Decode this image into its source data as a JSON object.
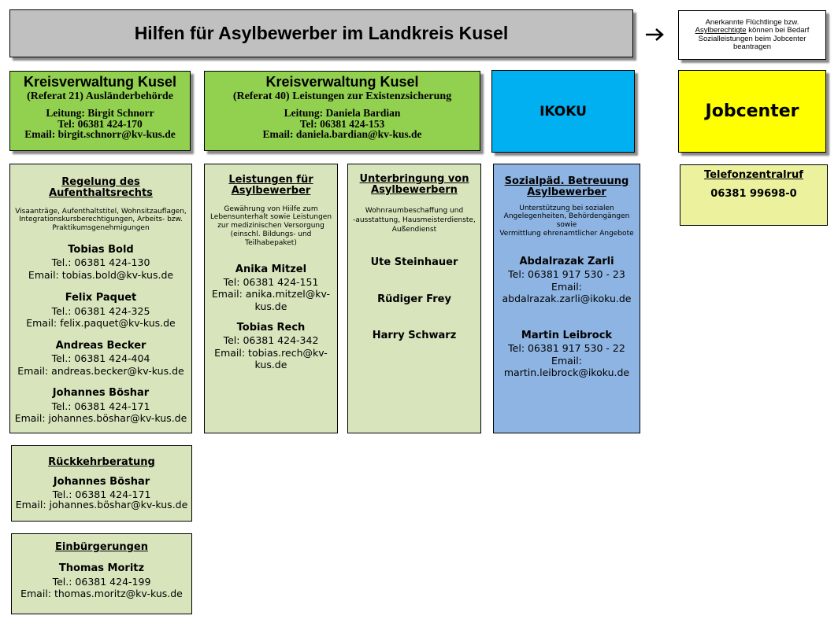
{
  "title": "Hilfen für Asylbewerber im Landkreis Kusel",
  "note": {
    "line1": "Anerkannte Flüchtlinge bzw.",
    "line2_underlined": "Asylberechtigte",
    "line2_rest": " können bei Bedarf",
    "line3": "Sozialleistungen beim Jobcenter",
    "line4": "beantragen"
  },
  "kv21": {
    "name": "Kreisverwaltung Kusel",
    "sub": "(Referat 21) Ausländerbehörde",
    "lead": "Leitung: Birgit Schnorr",
    "tel": "Tel: 06381 424-170",
    "email": "Email: birgit.schnorr@kv-kus.de"
  },
  "kv40": {
    "name": "Kreisverwaltung Kusel",
    "sub": "(Referat 40) Leistungen zur Existenzsicherung",
    "lead": "Leitung: Daniela Bardian",
    "tel": "Tel: 06381 424-153",
    "email": "Email: daniela.bardian@kv-kus.de"
  },
  "ikoku": {
    "label": "IKOKU"
  },
  "jobcenter": {
    "label": "Jobcenter"
  },
  "aufenthalt": {
    "heading": "Regelung des Aufenthaltsrechts",
    "desc": [
      "Visaanträge, Aufenthaltstitel, Wohnsitzauflagen,",
      "Integrationskursberechtigungen, Arbeits- bzw.",
      "Praktikumsgenehmigungen"
    ],
    "contacts": [
      {
        "name": "Tobias Bold",
        "tel": "Tel.: 06381 424-130",
        "email": "Email: tobias.bold@kv-kus.de"
      },
      {
        "name": "Felix Paquet",
        "tel": "Tel.: 06381 424-325",
        "email": "Email: felix.paquet@kv-kus.de"
      },
      {
        "name": "Andreas Becker",
        "tel": "Tel.: 06381 424-404",
        "email": "Email: andreas.becker@kv-kus.de"
      },
      {
        "name": "Johannes Böshar",
        "tel": "Tel.: 06381 424-171",
        "email": "Email: johannes.böshar@kv-kus.de"
      }
    ]
  },
  "leistungen": {
    "heading": [
      "Leistungen für",
      "Asylbewerber"
    ],
    "desc": [
      "Gewährung von Hiilfe zum",
      "Lebensunterhalt sowie Leistungen",
      "zur medizinischen Versorgung",
      "(einschl. Bildungs- und",
      "Teilhabepaket)"
    ],
    "contacts": [
      {
        "name": "Anika Mitzel",
        "tel": "Tel: 06381 424-151",
        "email1": "Email: anika.mitzel@kv-",
        "email2": "kus.de"
      },
      {
        "name": "Tobias Rech",
        "tel": "Tel: 06381 424-342",
        "email1": "Email: tobias.rech@kv-",
        "email2": "kus.de"
      }
    ]
  },
  "unterbringung": {
    "heading": [
      "Unterbringung von",
      "Asylbewerbern"
    ],
    "desc": [
      "Wohnraumbeschaffung und",
      "-ausstattung, Hausmeisterdienste,",
      "Außendienst"
    ],
    "names": [
      "Ute Steinhauer",
      "Rüdiger Frey",
      "Harry Schwarz"
    ]
  },
  "betreuung": {
    "heading": [
      "Sozialpäd. Betreuung",
      "Asylbewerber"
    ],
    "desc": [
      "Unterstützung bei sozialen",
      "Angelegenheiten, Behördengängen sowie",
      "Vermittlung ehrenamtlicher Angebote"
    ],
    "contacts": [
      {
        "name": "Abdalrazak Zarli",
        "tel": "Tel: 06381 917 530 - 23",
        "email1": "Email:",
        "email2": "abdalrazak.zarli@ikoku.de"
      },
      {
        "name": "Martin Leibrock",
        "tel": "Tel: 06381 917 530 - 22",
        "email1": "Email:",
        "email2": "martin.leibrock@ikoku.de"
      }
    ]
  },
  "telefon": {
    "heading": "Telefonzentralruf",
    "number": "06381 99698-0"
  },
  "rueck": {
    "heading": "Rückkehrberatung",
    "name": "Johannes Böshar",
    "tel": "Tel.: 06381 424-171",
    "email": "Email: johannes.böshar@kv-kus.de"
  },
  "einb": {
    "heading": "Einbürgerungen",
    "name": "Thomas Moritz",
    "tel": "Tel.: 06381 424-199",
    "email": "Email: thomas.moritz@kv-kus.de"
  }
}
